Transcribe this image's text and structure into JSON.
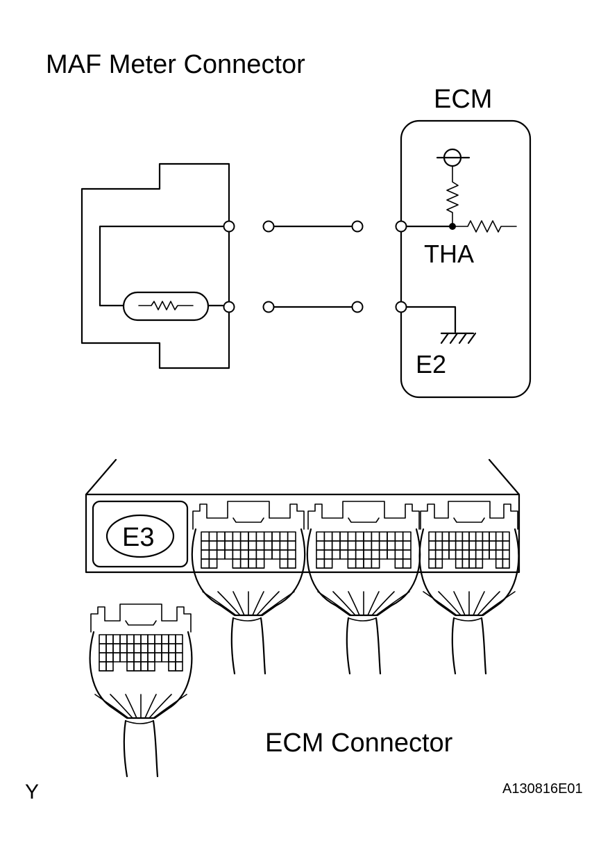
{
  "labels": {
    "maf_title": "MAF Meter Connector",
    "ecm_title": "ECM",
    "tha": "THA",
    "e2": "E2",
    "e3": "E3",
    "ecm_connector": "ECM Connector",
    "corner_mark": "Y",
    "figure_code": "A130816E01"
  }
}
